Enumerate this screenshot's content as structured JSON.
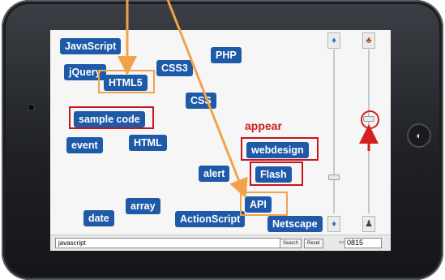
{
  "tags": {
    "javascript": "JavaScript",
    "php": "PHP",
    "jquery": "jQuery",
    "css3": "CSS3",
    "html5": "HTML5",
    "css": "CSS",
    "sample_code": "sample code",
    "event": "event",
    "html": "HTML",
    "webdesign": "webdesign",
    "alert": "alert",
    "flash": "Flash",
    "array": "array",
    "date": "date",
    "actionscript": "ActionScript",
    "api": "API",
    "netscape": "Netscape"
  },
  "annotation": {
    "appear_label": "appear"
  },
  "bottom_bar": {
    "search_value": "javascript",
    "search_button": "Search",
    "reset_button": "Reset",
    "scroll_label": "scroll",
    "scroll_value": "0815"
  },
  "icons": {
    "slider_top_left": "pin-icon",
    "slider_top_right": "people-icon",
    "slider_bottom_left": "pin-icon",
    "slider_bottom_right": "person-icon",
    "home": "camera-button-icon"
  },
  "colors": {
    "tag_bg": "#1f5aa8",
    "highlight_red": "#c8141e",
    "highlight_orange": "#f2a24a"
  }
}
